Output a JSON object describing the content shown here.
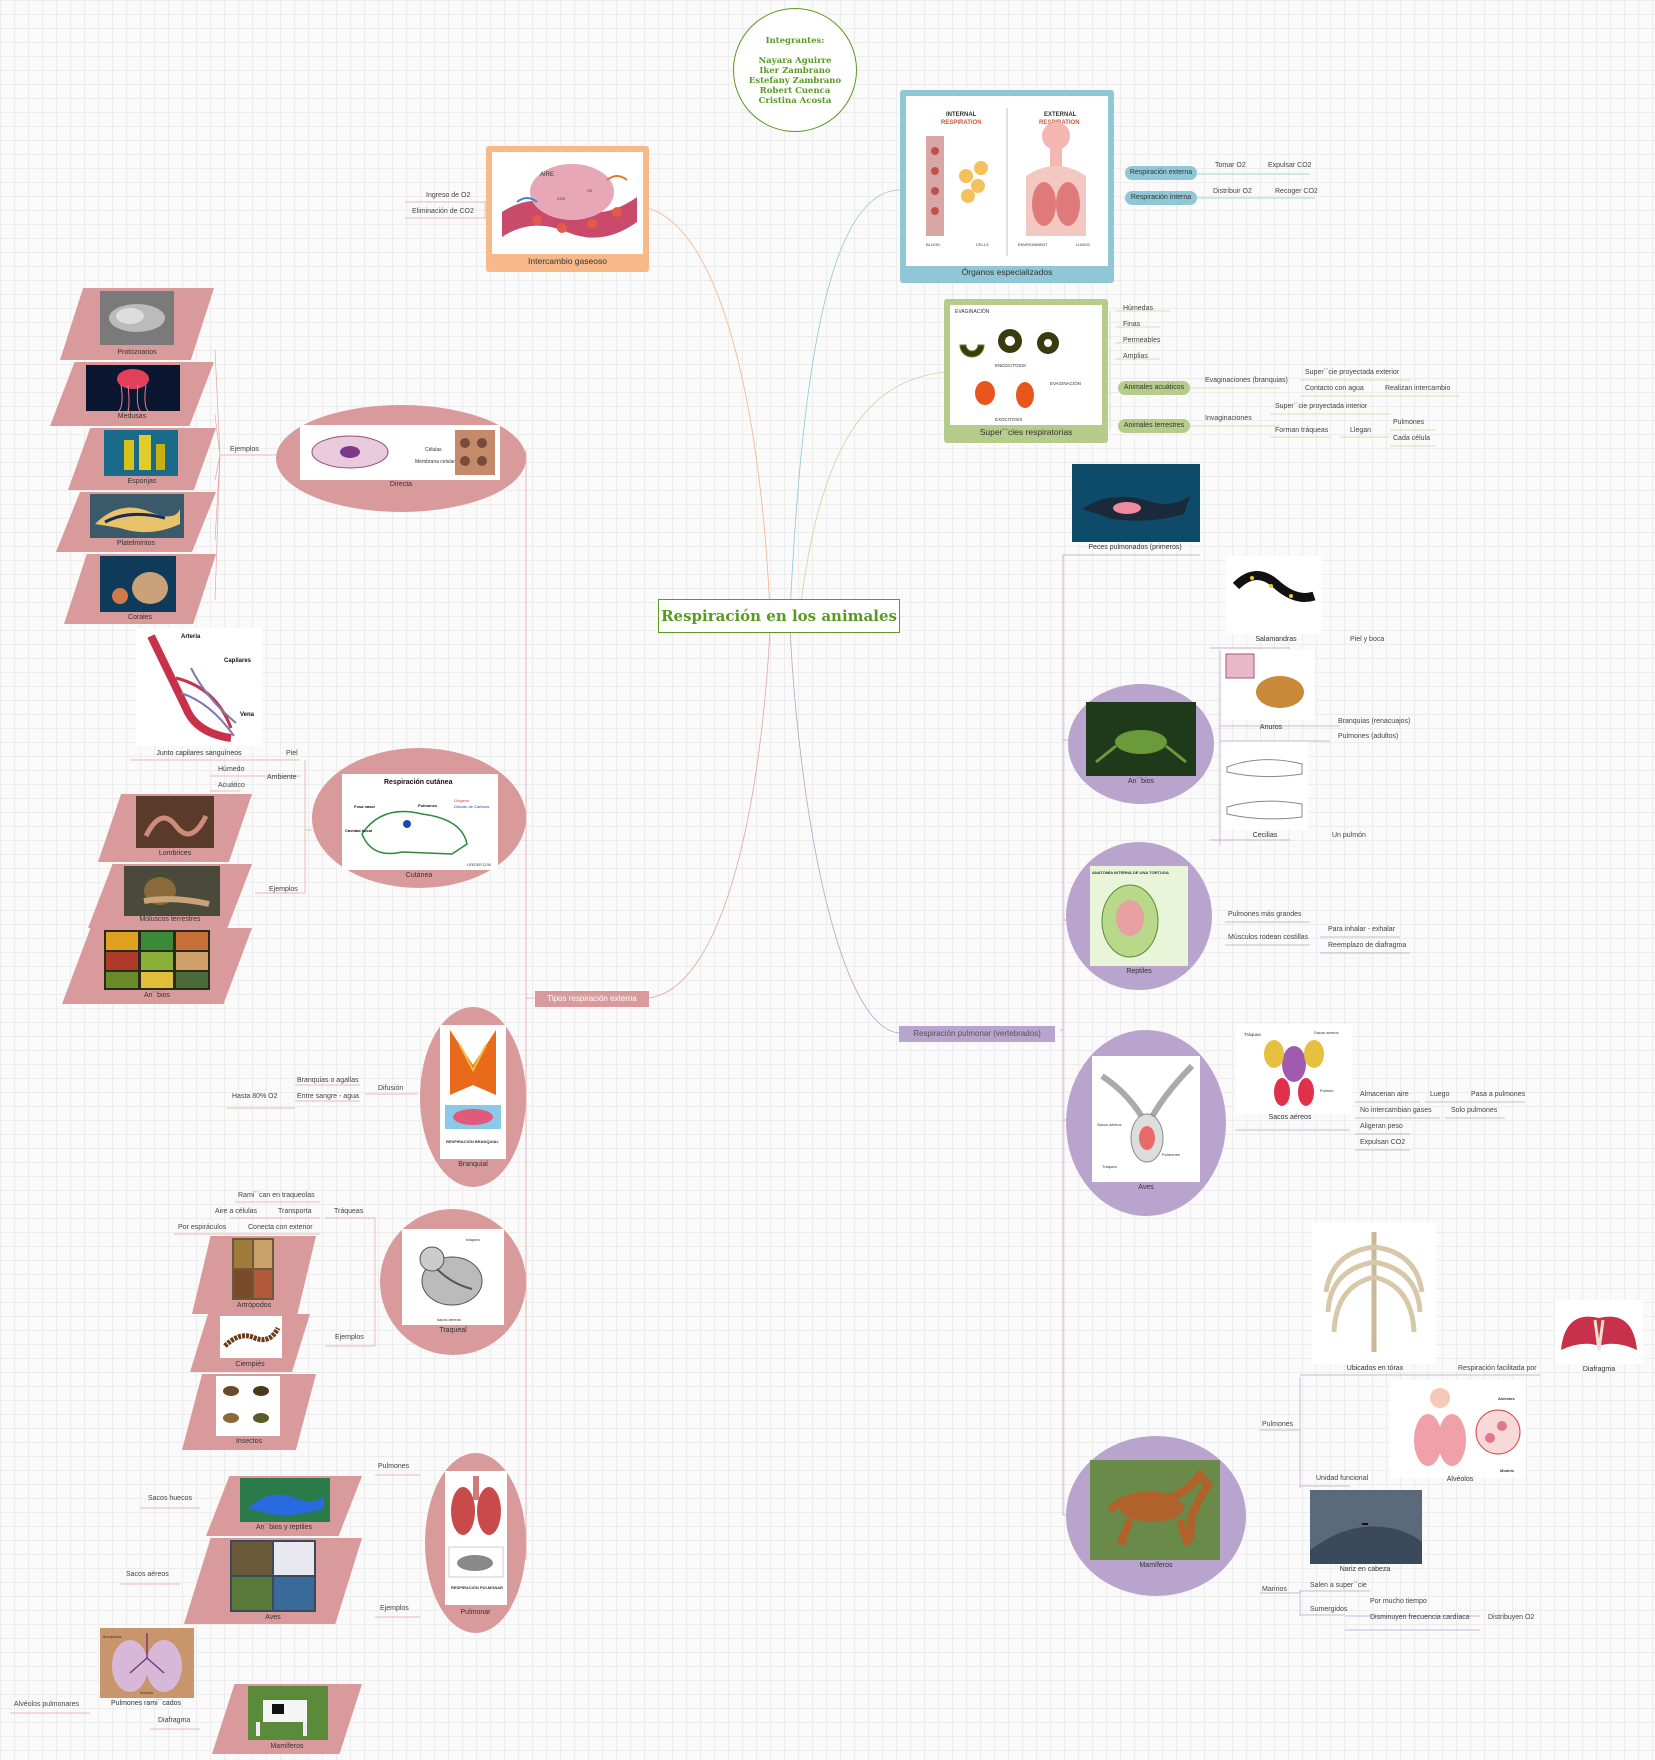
{
  "central": {
    "title": "Respiración en los animales"
  },
  "team": {
    "heading": "Integrantes:",
    "members": [
      "Nayara Aguirre",
      "Iker Zambrano",
      "Estefany Zambrano",
      "Robert Cuenca",
      "Cristina Acosta"
    ]
  },
  "colors": {
    "central": "#5a9a22",
    "pink": "#d99a9b",
    "lavender": "#b8a4cc",
    "orange": "#f7b98a",
    "blue": "#8fc7d6",
    "green": "#b5cc8a",
    "teal_pill": "#8fc7d6",
    "green_pill": "#b5cc8a"
  },
  "intercambio": {
    "caption": "Intercambio gaseoso",
    "items": [
      "Ingreso de O2",
      "Eliminación de CO2"
    ],
    "image_labels": {
      "aire": "AIRE",
      "co2": "CO2",
      "o2": "O2"
    }
  },
  "organos": {
    "caption": "Órganos especializados",
    "image_labels": {
      "internal_1": "INTERNAL",
      "internal_2": "RESPIRATION",
      "external_1": "EXTERNAL",
      "external_2": "RESPIRATION",
      "blood": "BLOOD",
      "cells": "CELLS",
      "environment": "ENVIRONMENT",
      "lungs": "LUNGS"
    },
    "externa": {
      "label": "Respiración externa",
      "a": "Tomar O2",
      "b": "Expulsar CO2"
    },
    "interna": {
      "label": "Respiración interna",
      "a": "Distribuir O2",
      "b": "Recoger CO2"
    }
  },
  "superficies": {
    "caption": "Super``cies respiratorias",
    "image_labels": {
      "evag": "EVAGINACIÓN",
      "endo": "ENDOCITOSIS",
      "evag2": "EVAGINACIÓN",
      "exo": "EXOCITOSIS"
    },
    "props": [
      "Húmedas",
      "Finas",
      "Permeables",
      "Amplias"
    ],
    "acuaticos": {
      "label": "Animales acuáticos",
      "evag": "Evaginaciones (branquias)",
      "a": "Super``cie proyectada exterior",
      "b": "Contacto con agua",
      "c": "Realizan intercambio"
    },
    "terrestres": {
      "label": "Animales terrestres",
      "invag": "Invaginaciones",
      "a": "Super``cie proyectada interior",
      "b": "Forman tráqueas",
      "c": "Llegan",
      "d": "Pulmones",
      "e": "Cada célula"
    }
  },
  "tipos": {
    "label": "Tipos respiración externa"
  },
  "directa": {
    "caption": "Directa",
    "ejemplos": "Ejemplos",
    "image_labels": {
      "celulas": "Células",
      "membrana": "Membrana celular"
    },
    "examples": [
      "Protozoarios",
      "Medusas",
      "Esponjas",
      "Platelmintos",
      "Corales"
    ]
  },
  "cutanea": {
    "caption": "Cutánea",
    "img_title": "Respiración cutánea",
    "img_labels": [
      "Fosa nasal",
      "Pulmones",
      "Cavidad bucal",
      "Oxígeno",
      "Dióxido de Carbono",
      "LIFEDER.COM"
    ],
    "capilares_caption": "Junto capilares sanguíneos",
    "art_labels": [
      "Arteria",
      "Capilares",
      "Vena"
    ],
    "piel": "Piel",
    "ambiente": "Ambiente",
    "amb_items": [
      "Húmedo",
      "Acuático"
    ],
    "ejemplos": "Ejemplos",
    "examples": [
      "Lombrices",
      "Moluscos terrestres",
      "An``bios"
    ]
  },
  "branquial": {
    "caption": "Branquial",
    "difusion": "Difusión",
    "items": [
      "Branquias o agallas",
      "Entre sangre - agua"
    ],
    "hasta": "Hasta 80% O2",
    "img_label": "RESPIRACIÓN BRANQUIAL"
  },
  "traqueal": {
    "caption": "Traqueal",
    "traqueas": "Tráqueas",
    "items": [
      "Rami``can en traqueolas",
      "Transporta",
      "Conecta con exterior"
    ],
    "aire": "Aire a células",
    "espir": "Por espiráculos",
    "ejemplos": "Ejemplos",
    "examples": [
      "Artrópodos",
      "Ciempiés",
      "Insectos"
    ],
    "img_labels": [
      "tráquea",
      "sacos aéreos"
    ]
  },
  "pulmonar_izq": {
    "caption": "Pulmonar",
    "pulmones": "Pulmones",
    "ejemplos": "Ejemplos",
    "img_label": "RESPIRACIÓN PULMONAR",
    "examples": [
      "An``bios y reptiles",
      "Aves",
      "Mamíferos"
    ],
    "sacos_huecos": "Sacos huecos",
    "sacos_aereos": "Sacos aéreos",
    "pulmones_ram": "Pulmones rami``cados",
    "alveolos": "Alvéolos pulmonares",
    "diafragma": "Diafragma",
    "pulm_labels": [
      "Bronquiolos",
      "Alvéolos"
    ]
  },
  "pulmonar_der": {
    "label": "Respiración pulmonar (vertebrados)",
    "peces": "Peces pulmonados (primeros)",
    "anfibios": {
      "caption": "An``bios",
      "salamandras": "Salamandras",
      "piel_boca": "Piel y boca",
      "anuros": "Anuros",
      "branq": "Branquias (renacuajos)",
      "pulm": "Pulmones (adultos)",
      "cecilias": "Cecilias",
      "un_pulmon": "Un pulmón"
    },
    "reptiles": {
      "caption": "Reptiles",
      "img_title": "ANATOMÍA INTERNA DE UNA TORTUGA",
      "a": "Pulmones más grandes",
      "b": "Músculos rodean costillas",
      "c": "Para inhalar - exhalar",
      "d": "Reemplazo de diafragma"
    },
    "aves": {
      "caption": "Aves",
      "sacos": "Sacos aéreos",
      "img_labels": [
        "Tráquea",
        "Sacos aéreos",
        "Pulmón"
      ],
      "bird_labels": [
        "Sacos aéreos",
        "Pulmones",
        "Tráquea"
      ],
      "a": "Almacenan aire",
      "luego": "Luego",
      "b": "Pasa a pulmones",
      "c": "No intercambian gases",
      "d": "Solo pulmones",
      "e": "Aligeran peso",
      "f": "Expulsan CO2"
    },
    "mamiferos": {
      "caption": "Mamíferos",
      "pulmones": "Pulmones",
      "ubicados": "Ubicados en tórax",
      "facilitada": "Respiración facilitada por",
      "diafragma": "Diafragma",
      "unidad": "Unidad funcional",
      "alveolos": "Alvéolos",
      "alv_img": [
        "Alvéolos",
        "Modelo"
      ],
      "marinos": "Marinos",
      "nariz": "Nariz en cabeza",
      "salen": "Salen a super``cie",
      "sumergidos": "Sumergidos",
      "tiempo": "Por mucho tiempo",
      "frecuencia": "Disminuyen frecuencia cardíaca",
      "distribuyen": "Distribuyen O2"
    }
  }
}
